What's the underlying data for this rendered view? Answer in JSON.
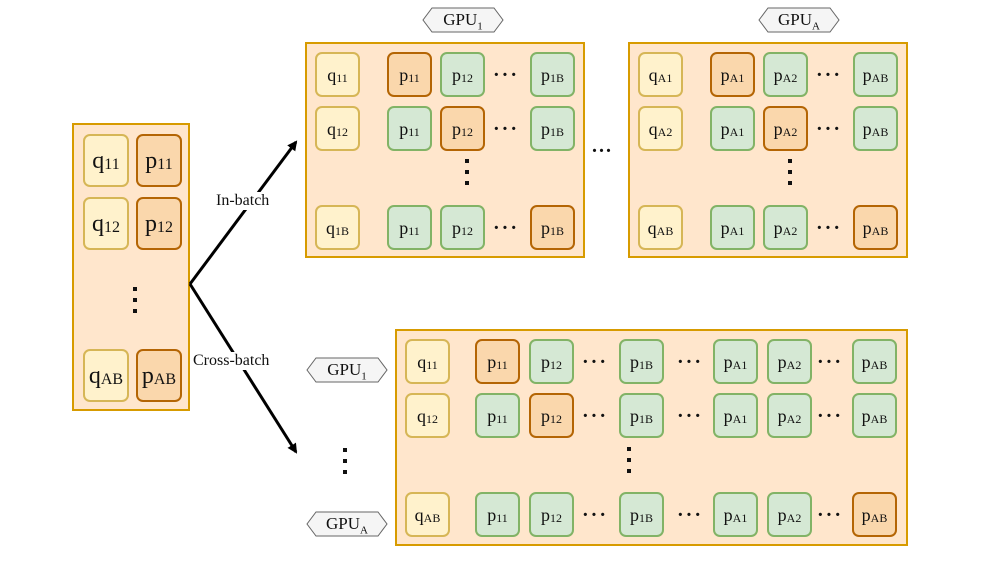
{
  "colors": {
    "panel_fill": "#ffe6cc",
    "panel_border": "#d79b00",
    "query_fill": "#fff2cc",
    "query_border": "#d6b656",
    "positive_fill": "#fad7ac",
    "positive_border": "#b46504",
    "negative_fill": "#d5e8d4",
    "negative_border": "#82b366",
    "gpu_tag_fill": "#f5f5f5",
    "gpu_tag_border": "#666666"
  },
  "source_batch": {
    "rows": [
      {
        "q": {
          "base": "q",
          "sub": "11"
        },
        "p": {
          "base": "p",
          "sub": "11"
        }
      },
      {
        "q": {
          "base": "q",
          "sub": "12"
        },
        "p": {
          "base": "p",
          "sub": "12"
        }
      },
      {
        "q": {
          "base": "q",
          "sub": "AB"
        },
        "p": {
          "base": "p",
          "sub": "AB"
        }
      }
    ],
    "ellipsis": "vertical-dots"
  },
  "arrows": {
    "in_batch_label": "In-batch",
    "cross_batch_label": "Cross-batch"
  },
  "in_batch": {
    "between_panels_ellipsis": "...",
    "gpus": [
      {
        "tag": {
          "base": "GPU",
          "sub": "1"
        },
        "rows": [
          {
            "q": "11",
            "cells": [
              {
                "sub": "11",
                "kind": "positive"
              },
              {
                "sub": "12",
                "kind": "negative"
              },
              {
                "sub": "1B",
                "kind": "negative"
              }
            ]
          },
          {
            "q": "12",
            "cells": [
              {
                "sub": "11",
                "kind": "negative"
              },
              {
                "sub": "12",
                "kind": "positive"
              },
              {
                "sub": "1B",
                "kind": "negative"
              }
            ]
          },
          {
            "q": "1B",
            "cells": [
              {
                "sub": "11",
                "kind": "negative"
              },
              {
                "sub": "12",
                "kind": "negative"
              },
              {
                "sub": "1B",
                "kind": "positive"
              }
            ]
          }
        ]
      },
      {
        "tag": {
          "base": "GPU",
          "sub": "A"
        },
        "rows": [
          {
            "q": "A1",
            "cells": [
              {
                "sub": "A1",
                "kind": "positive"
              },
              {
                "sub": "A2",
                "kind": "negative"
              },
              {
                "sub": "AB",
                "kind": "negative"
              }
            ]
          },
          {
            "q": "A2",
            "cells": [
              {
                "sub": "A1",
                "kind": "negative"
              },
              {
                "sub": "A2",
                "kind": "positive"
              },
              {
                "sub": "AB",
                "kind": "negative"
              }
            ]
          },
          {
            "q": "AB",
            "cells": [
              {
                "sub": "A1",
                "kind": "negative"
              },
              {
                "sub": "A2",
                "kind": "negative"
              },
              {
                "sub": "AB",
                "kind": "positive"
              }
            ]
          }
        ]
      }
    ]
  },
  "cross_batch": {
    "tags": [
      {
        "base": "GPU",
        "sub": "1"
      },
      {
        "base": "GPU",
        "sub": "A"
      }
    ],
    "rows": [
      {
        "q": "11",
        "cells": [
          {
            "sub": "11",
            "kind": "positive"
          },
          {
            "sub": "12",
            "kind": "negative"
          },
          {
            "sub": "1B",
            "kind": "negative"
          },
          {
            "sub": "A1",
            "kind": "negative"
          },
          {
            "sub": "A2",
            "kind": "negative"
          },
          {
            "sub": "AB",
            "kind": "negative"
          }
        ]
      },
      {
        "q": "12",
        "cells": [
          {
            "sub": "11",
            "kind": "negative"
          },
          {
            "sub": "12",
            "kind": "positive"
          },
          {
            "sub": "1B",
            "kind": "negative"
          },
          {
            "sub": "A1",
            "kind": "negative"
          },
          {
            "sub": "A2",
            "kind": "negative"
          },
          {
            "sub": "AB",
            "kind": "negative"
          }
        ]
      },
      {
        "q": "AB",
        "cells": [
          {
            "sub": "11",
            "kind": "negative"
          },
          {
            "sub": "12",
            "kind": "negative"
          },
          {
            "sub": "1B",
            "kind": "negative"
          },
          {
            "sub": "A1",
            "kind": "negative"
          },
          {
            "sub": "A2",
            "kind": "negative"
          },
          {
            "sub": "AB",
            "kind": "positive"
          }
        ]
      }
    ]
  }
}
